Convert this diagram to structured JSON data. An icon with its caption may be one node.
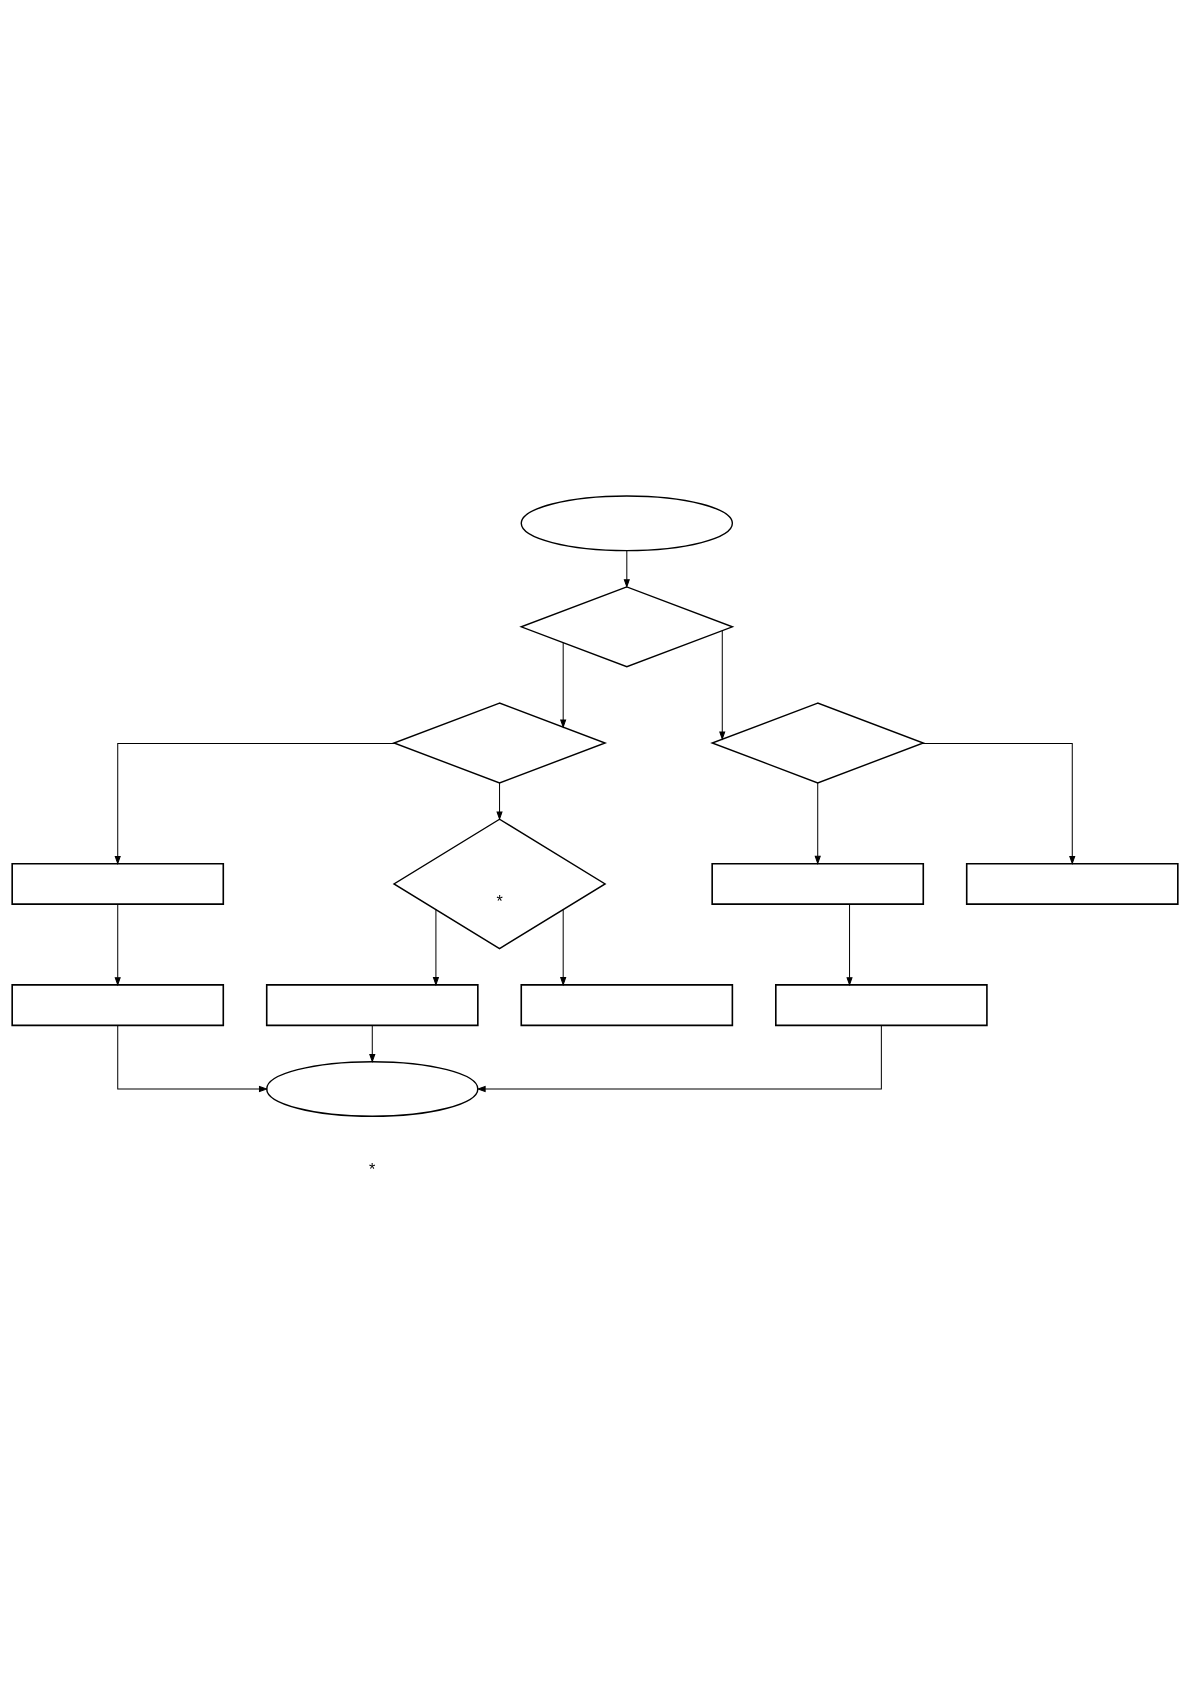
{
  "diagram": {
    "nodes": [
      {
        "text": [],
        "shape": "oval"
      },
      {
        "text": [],
        "shape": "diamond"
      },
      {
        "text": [],
        "shape": "diamond"
      },
      {
        "text": [],
        "shape": "box"
      },
      {
        "text": [],
        "shape": "box"
      },
      {
        "text": [
          "*"
        ]
      },
      {
        "text": [],
        "shape": "box"
      },
      {
        "text": [],
        "shape": "box"
      },
      {
        "text": [],
        "shape": "diamond"
      },
      {
        "text": [],
        "shape": "box"
      },
      {
        "text": [],
        "shape": "box"
      },
      {
        "text": [],
        "shape": "box"
      },
      {
        "text": [],
        "shape": "oval"
      }
    ],
    "edges": [
      {
        "from": 0,
        "to": 1,
        "arrow": "to"
      },
      {
        "from": 1,
        "to": 2,
        "arrow": "to"
      },
      {
        "from": 1,
        "to": 8,
        "arrow": "to"
      },
      {
        "from": 2,
        "to": 3,
        "arrow": "to"
      },
      {
        "from": 2,
        "to": 5,
        "arrow": "to"
      },
      {
        "from": 3,
        "to": 4,
        "arrow": "to"
      },
      {
        "from": 4,
        "to": 12,
        "arrow": "to"
      },
      {
        "from": 5,
        "to": 6,
        "arrow": "to"
      },
      {
        "from": 5,
        "to": 7,
        "arrow": "to"
      },
      {
        "from": 6,
        "to": 12,
        "arrow": "to"
      },
      {
        "from": 8,
        "to": 9,
        "arrow": "to"
      },
      {
        "from": 8,
        "to": 10,
        "arrow": "to"
      },
      {
        "from": 9,
        "to": 11,
        "arrow": "to"
      },
      {
        "from": 11,
        "to": 12,
        "arrow": "to"
      }
    ],
    "labels": [
      "*"
    ]
  }
}
